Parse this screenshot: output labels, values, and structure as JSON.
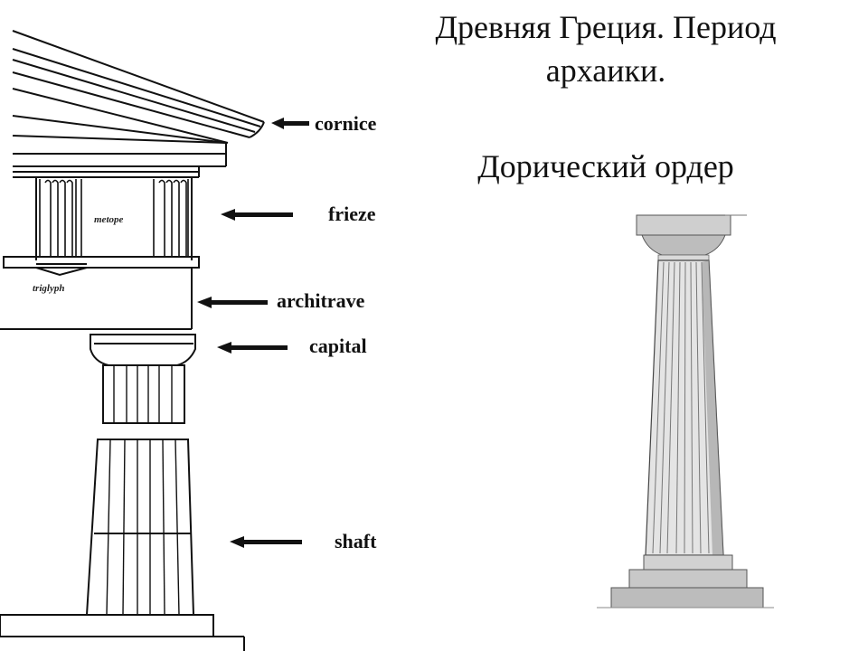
{
  "slide": {
    "title_line1": "Древняя Греция. Период",
    "title_line2": "архаики.",
    "subtitle": "Дорический ордер"
  },
  "diagram": {
    "labels": {
      "cornice": "cornice",
      "frieze": "frieze",
      "architrave": "architrave",
      "capital": "capital",
      "shaft": "shaft",
      "metope": "metope",
      "triglyph": "triglyph"
    }
  }
}
